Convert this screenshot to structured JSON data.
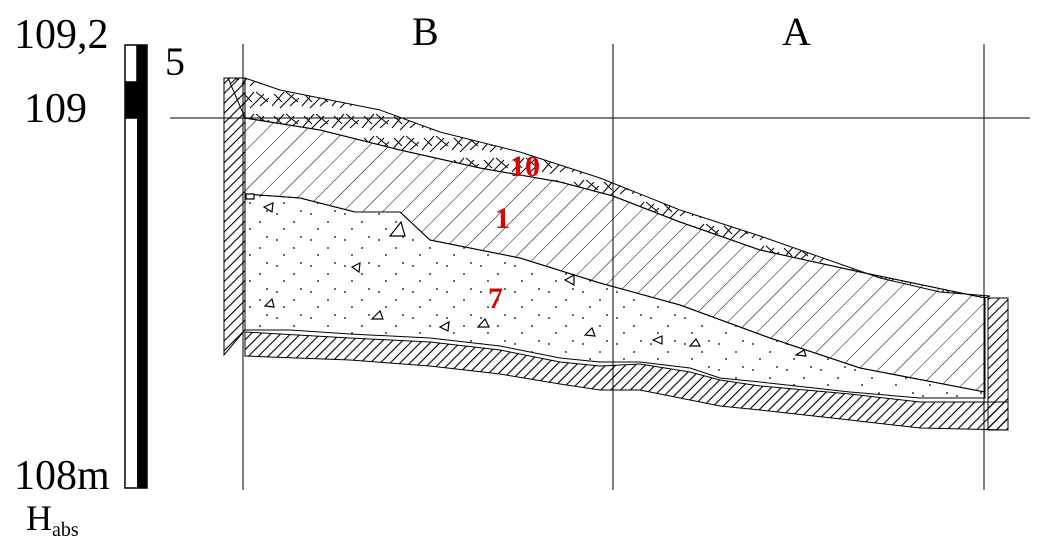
{
  "scale": {
    "top_label": "109,2",
    "mid_label": "109",
    "bottom_label": "108m",
    "axis_label_main": "H",
    "axis_label_sub": "abs",
    "level_marker": "5"
  },
  "grid": {
    "columns": [
      "B",
      "A"
    ]
  },
  "layers": [
    {
      "number": "10",
      "color": "#e00000"
    },
    {
      "number": "1",
      "color": "#e00000"
    },
    {
      "number": "7",
      "color": "#e00000"
    }
  ],
  "colors": {
    "ink": "#000000",
    "layer_label": "#e00000"
  }
}
